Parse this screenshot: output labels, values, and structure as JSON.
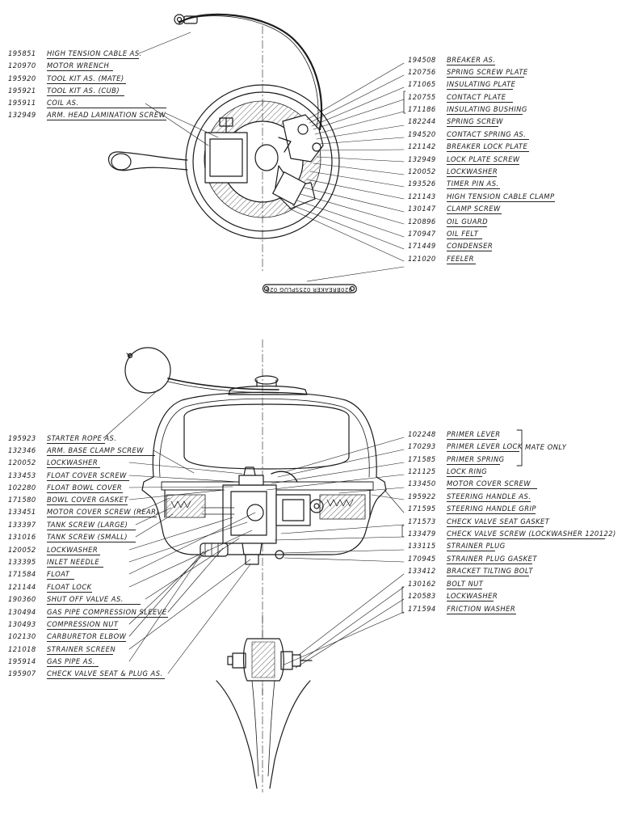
{
  "magneto": {
    "left": [
      {
        "pn": "195851",
        "name": "HIGH TENSION CABLE AS."
      },
      {
        "pn": "120970",
        "name": "MOTOR WRENCH"
      },
      {
        "pn": "195920",
        "name": "TOOL KIT AS. (MATE)"
      },
      {
        "pn": "195921",
        "name": "TOOL KIT AS. (CUB)"
      },
      {
        "pn": "195911",
        "name": "COIL AS."
      },
      {
        "pn": "132949",
        "name": "ARM. HEAD LAMINATION SCREW"
      }
    ],
    "right": [
      {
        "pn": "194508",
        "name": "BREAKER AS."
      },
      {
        "pn": "120756",
        "name": "SPRING SCREW PLATE"
      },
      {
        "pn": "171065",
        "name": "INSULATING PLATE"
      },
      {
        "pn": "120755",
        "name": "CONTACT PLATE"
      },
      {
        "pn": "171186",
        "name": "INSULATING BUSHING"
      },
      {
        "pn": "182244",
        "name": "SPRING SCREW"
      },
      {
        "pn": "194520",
        "name": "CONTACT SPRING AS."
      },
      {
        "pn": "121142",
        "name": "BREAKER LOCK PLATE"
      },
      {
        "pn": "132949",
        "name": "LOCK PLATE SCREW"
      },
      {
        "pn": "120052",
        "name": "LOCKWASHER"
      },
      {
        "pn": "193526",
        "name": "TIMER PIN AS."
      },
      {
        "pn": "121143",
        "name": "HIGH TENSION CABLE CLAMP"
      },
      {
        "pn": "130147",
        "name": "CLAMP SCREW"
      },
      {
        "pn": "120896",
        "name": "OIL GUARD"
      },
      {
        "pn": "170947",
        "name": "OIL FELT"
      },
      {
        "pn": "171449",
        "name": "CONDENSER"
      },
      {
        "pn": "121020",
        "name": "FEELER"
      }
    ],
    "plug_gauge": "020BREAKER 025SPLUG 020"
  },
  "carburetor": {
    "left": [
      {
        "pn": "195923",
        "name": "STARTER ROPE AS."
      },
      {
        "pn": "132346",
        "name": "ARM. BASE CLAMP SCREW"
      },
      {
        "pn": "120052",
        "name": "LOCKWASHER"
      },
      {
        "pn": "133453",
        "name": "FLOAT COVER SCREW"
      },
      {
        "pn": "102280",
        "name": "FLOAT BOWL COVER"
      },
      {
        "pn": "171580",
        "name": "BOWL COVER GASKET"
      },
      {
        "pn": "133451",
        "name": "MOTOR COVER SCREW (REAR)"
      },
      {
        "pn": "133397",
        "name": "TANK SCREW (LARGE)"
      },
      {
        "pn": "131016",
        "name": "TANK SCREW (SMALL)"
      },
      {
        "pn": "120052",
        "name": "LOCKWASHER"
      },
      {
        "pn": "133395",
        "name": "INLET NEEDLE"
      },
      {
        "pn": "171584",
        "name": "FLOAT"
      },
      {
        "pn": "121144",
        "name": "FLOAT LOCK"
      },
      {
        "pn": "190360",
        "name": "SHUT OFF VALVE AS."
      },
      {
        "pn": "130494",
        "name": "GAS PIPE COMPRESSION SLEEVE"
      },
      {
        "pn": "130493",
        "name": "COMPRESSION NUT"
      },
      {
        "pn": "102130",
        "name": "CARBURETOR ELBOW"
      },
      {
        "pn": "121018",
        "name": "STRAINER SCREEN"
      },
      {
        "pn": "195914",
        "name": "GAS PIPE AS."
      },
      {
        "pn": "195907",
        "name": "CHECK VALVE SEAT & PLUG AS."
      }
    ],
    "right": [
      {
        "pn": "102248",
        "name": "PRIMER LEVER"
      },
      {
        "pn": "170293",
        "name": "PRIMER LEVER LOCK"
      },
      {
        "pn": "171585",
        "name": "PRIMER SPRING"
      },
      {
        "pn": "121125",
        "name": "LOCK RING"
      },
      {
        "pn": "133450",
        "name": "MOTOR COVER SCREW"
      },
      {
        "pn": "195922",
        "name": "STEERING HANDLE AS."
      },
      {
        "pn": "171595",
        "name": "STEERING HANDLE GRIP"
      },
      {
        "pn": "171573",
        "name": "CHECK VALVE SEAT GASKET"
      },
      {
        "pn": "133479",
        "name": "CHECK VALVE SCREW (LOCKWASHER 120122)"
      },
      {
        "pn": "133115",
        "name": "STRAINER PLUG"
      },
      {
        "pn": "170945",
        "name": "STRAINER PLUG GASKET"
      },
      {
        "pn": "133412",
        "name": "BRACKET TILTING BOLT"
      },
      {
        "pn": "130162",
        "name": "BOLT NUT"
      },
      {
        "pn": "120583",
        "name": "LOCKWASHER"
      },
      {
        "pn": "171594",
        "name": "FRICTION WASHER"
      }
    ],
    "mate_only_note": "MATE ONLY"
  }
}
